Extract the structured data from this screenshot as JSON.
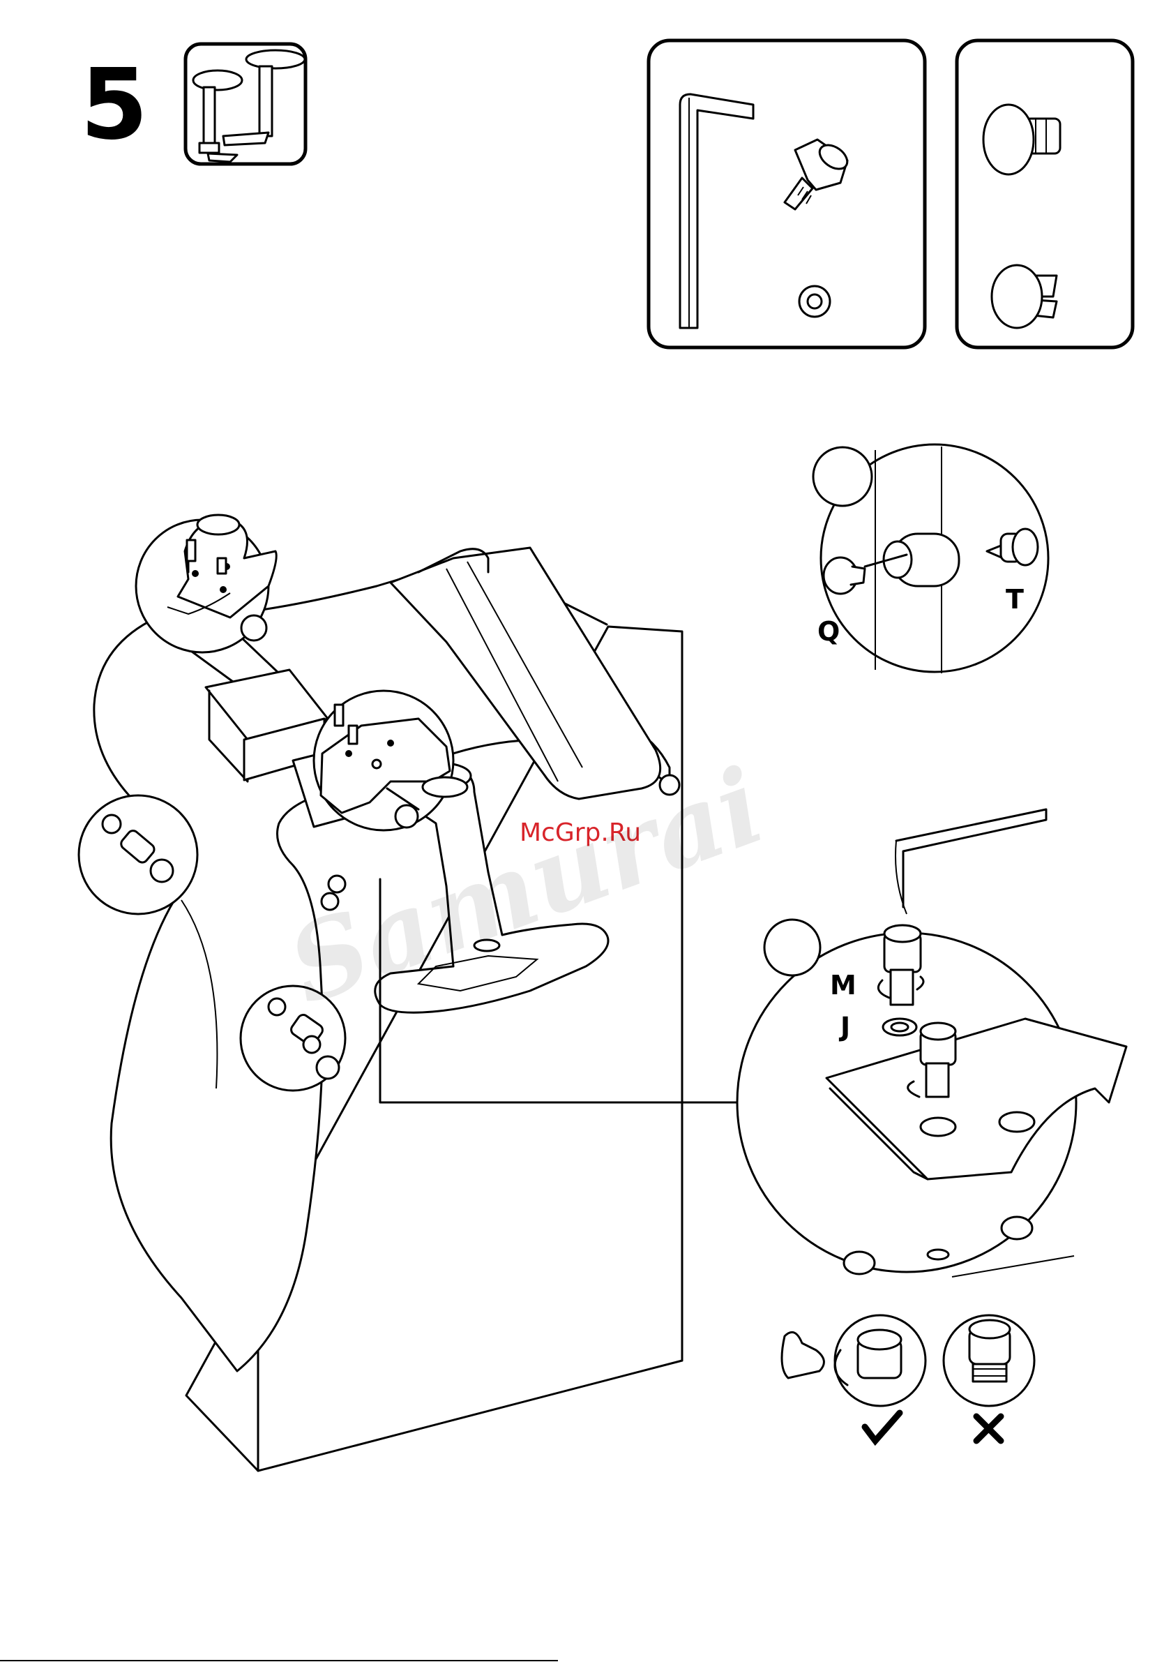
{
  "step": {
    "number": "5"
  },
  "labels": {
    "t": "T",
    "q": "Q",
    "m": "M",
    "j": "J"
  },
  "watermark": {
    "site": "McGrp.Ru",
    "brand": "Samurai"
  },
  "icons": {
    "check": "checkmark-icon",
    "cross": "cross-icon",
    "muscle": "flexed-arm-icon"
  },
  "colors": {
    "line": "#000000",
    "background": "#ffffff",
    "watermark": "#d8242a"
  }
}
